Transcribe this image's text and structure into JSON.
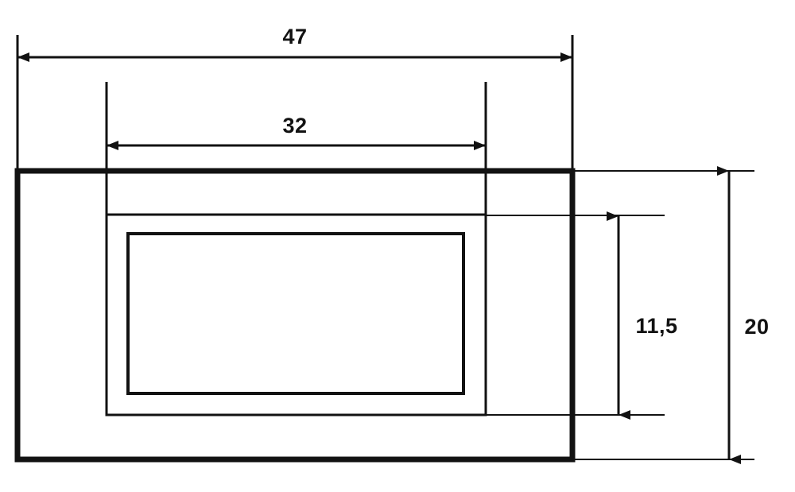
{
  "drawing": {
    "kind": "engineering-dimension-drawing",
    "background_color": "#ffffff",
    "line_color": "#121212",
    "description": "Technical drawing of a rectangular frame profile cross-section with three nested rectangles and four dimension callouts",
    "dimensions": {
      "overall_width": {
        "label": "47",
        "orientation": "horizontal",
        "position": "top",
        "arrow_style": "double-arrow-inward"
      },
      "inner_width": {
        "label": "32",
        "orientation": "horizontal",
        "position": "top-inner",
        "arrow_style": "double-arrow-inward"
      },
      "inner_height": {
        "label": "11,5",
        "orientation": "vertical",
        "position": "right-inner",
        "arrow_style": "double-arrow-outward"
      },
      "overall_height": {
        "label": "20",
        "orientation": "vertical",
        "position": "right-outer",
        "arrow_style": "double-arrow-outward"
      }
    },
    "shapes": {
      "outer_rectangle": {
        "name": "outer-profile",
        "stroke_width": 7
      },
      "middle_rectangle": {
        "name": "middle-profile",
        "stroke_width": 3
      },
      "inner_rectangle": {
        "name": "inner-profile",
        "stroke_width": 4
      }
    }
  },
  "chart_data": {
    "type": "diagram",
    "title": "",
    "annotations": [
      "47",
      "32",
      "11,5",
      "20"
    ],
    "values": [
      47,
      32,
      11.5,
      20
    ],
    "units": "mm"
  }
}
